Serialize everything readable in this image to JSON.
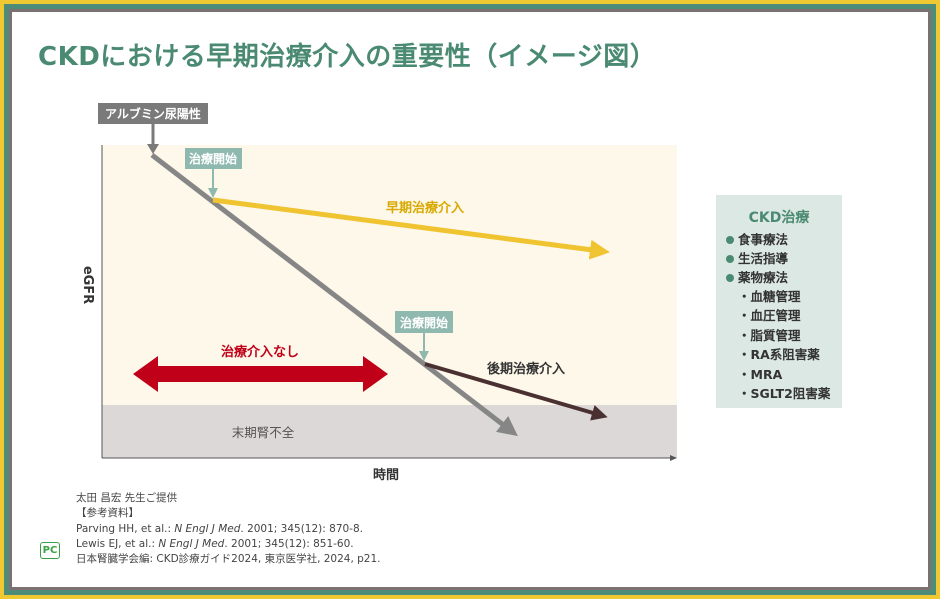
{
  "title": "CKDにおける早期治療介入の重要性（イメージ図）",
  "diagram": {
    "albuminuria_label": "アルブミン尿陽性",
    "treatment_start_label": "治療開始",
    "early_label": "早期治療介入",
    "none_label": "治療介入なし",
    "late_label": "後期治療介入",
    "esrd_label": "末期腎不全",
    "y_axis": "eGFR",
    "x_axis": "時間"
  },
  "side": {
    "heading": "CKD治療",
    "items": [
      "食事療法",
      "生活指導",
      "薬物療法"
    ],
    "sub": [
      "・血糖管理",
      "・血圧管理",
      "・脂質管理",
      "・RA系阻害薬",
      "・MRA",
      "・SGLT2阻害薬"
    ]
  },
  "refs": {
    "credit": "太田 昌宏 先生ご提供",
    "heading": "【参考資料】",
    "r1a": "Parving HH, et al.: ",
    "r1j": "N Engl J Med",
    "r1b": ". 2001; 345(12): 870-8.",
    "r2a": "Lewis EJ, et al.: ",
    "r2j": "N Engl J Med",
    "r2b": ". 2001; 345(12): 851-60.",
    "r3": "日本腎臓学会編: CKD診療ガイド2024, 東京医学社, 2024, p21."
  },
  "logo": "PC",
  "colors": {
    "accent": "#4a8a72",
    "yellow": "#f0c330",
    "red": "#c00018",
    "gray_line": "#868686",
    "dark": "#4a3030"
  }
}
